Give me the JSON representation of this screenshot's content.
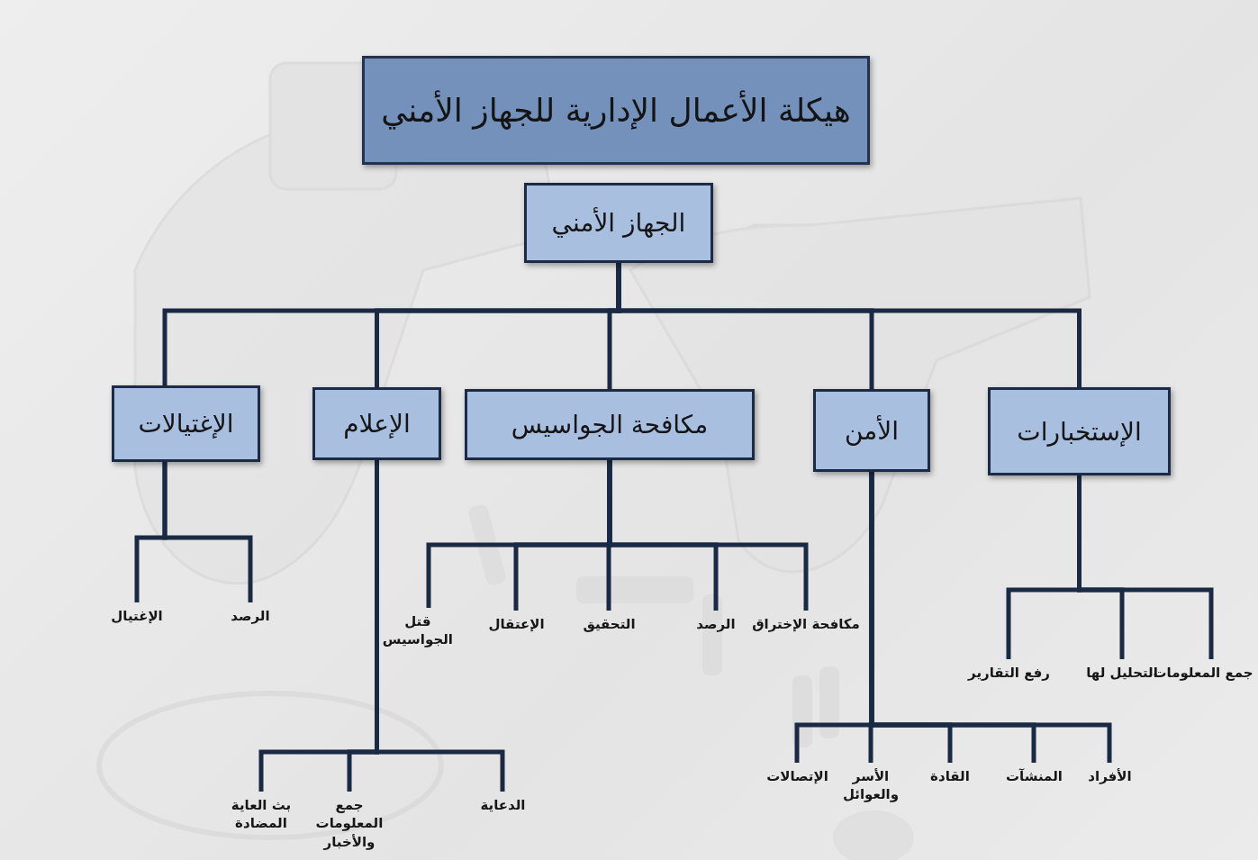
{
  "diagram": {
    "title": "هيكلة الأعمال الإدارية للجهاز الأمني",
    "nodes": [
      {
        "text": [
          "الجهاز الأمني"
        ]
      },
      {
        "text": [
          "الإستخبارات"
        ]
      },
      {
        "text": [
          "الأمن"
        ]
      },
      {
        "text": [
          "مكافحة الجواسيس"
        ]
      },
      {
        "text": [
          "الإعلام"
        ]
      },
      {
        "text": [
          "الإغتيالات"
        ]
      },
      {
        "text": [
          "جمع المعلومات"
        ]
      },
      {
        "text": [
          "التحليل لها"
        ]
      },
      {
        "text": [
          "رفع التقارير"
        ]
      },
      {
        "text": [
          "الأفراد"
        ]
      },
      {
        "text": [
          "المنشآت"
        ]
      },
      {
        "text": [
          "القادة"
        ]
      },
      {
        "text": [
          "الأسر والعوائل"
        ]
      },
      {
        "text": [
          "الإتصالات"
        ]
      },
      {
        "text": [
          "مكافحة الإختراق"
        ]
      },
      {
        "text": [
          "الرصد"
        ]
      },
      {
        "text": [
          "التحقيق"
        ]
      },
      {
        "text": [
          "الإعتقال"
        ]
      },
      {
        "text": [
          "قتل الجواسيس"
        ]
      },
      {
        "text": [
          "الدعاية"
        ]
      },
      {
        "text": [
          "جمع المعلومات والأخبار"
        ]
      },
      {
        "text": [
          "بث العاية المضادة"
        ]
      },
      {
        "text": [
          "الرصد"
        ]
      },
      {
        "text": [
          "الإغتيال"
        ]
      }
    ],
    "edges": [
      {
        "from": 0,
        "to": 1,
        "arrow": "none"
      },
      {
        "from": 0,
        "to": 2,
        "arrow": "none"
      },
      {
        "from": 0,
        "to": 3,
        "arrow": "none"
      },
      {
        "from": 0,
        "to": 4,
        "arrow": "none"
      },
      {
        "from": 0,
        "to": 5,
        "arrow": "none"
      },
      {
        "from": 1,
        "to": 6,
        "arrow": "none"
      },
      {
        "from": 1,
        "to": 7,
        "arrow": "none"
      },
      {
        "from": 1,
        "to": 8,
        "arrow": "none"
      },
      {
        "from": 2,
        "to": 9,
        "arrow": "none"
      },
      {
        "from": 2,
        "to": 10,
        "arrow": "none"
      },
      {
        "from": 2,
        "to": 11,
        "arrow": "none"
      },
      {
        "from": 2,
        "to": 12,
        "arrow": "none"
      },
      {
        "from": 2,
        "to": 13,
        "arrow": "none"
      },
      {
        "from": 3,
        "to": 14,
        "arrow": "none"
      },
      {
        "from": 3,
        "to": 15,
        "arrow": "none"
      },
      {
        "from": 3,
        "to": 16,
        "arrow": "none"
      },
      {
        "from": 3,
        "to": 17,
        "arrow": "none"
      },
      {
        "from": 3,
        "to": 18,
        "arrow": "none"
      },
      {
        "from": 4,
        "to": 19,
        "arrow": "none"
      },
      {
        "from": 4,
        "to": 20,
        "arrow": "none"
      },
      {
        "from": 4,
        "to": 21,
        "arrow": "none"
      },
      {
        "from": 5,
        "to": 22,
        "arrow": "none"
      },
      {
        "from": 5,
        "to": 23,
        "arrow": "none"
      }
    ]
  }
}
